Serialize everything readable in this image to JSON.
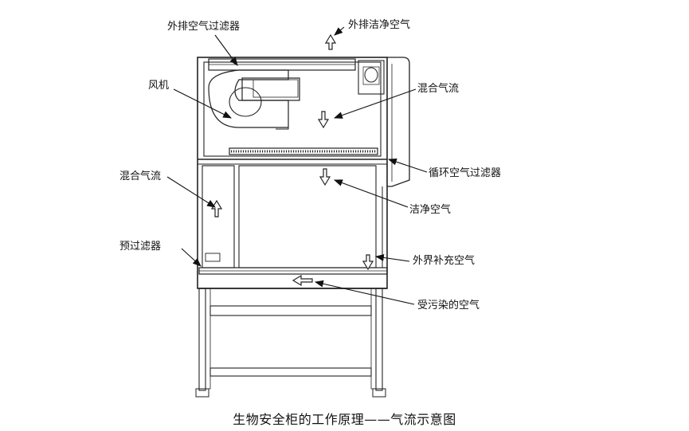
{
  "diagram": {
    "caption": "生物安全柜的工作原理——气流示意图",
    "labels": {
      "exhaust_filter": "外排空气过滤器",
      "exhaust_clean_air": "外排洁净空气",
      "fan": "风机",
      "mixed_airflow_top": "混合气流",
      "mixed_airflow_left": "混合气流",
      "recirc_filter": "循环空气过滤器",
      "clean_air": "洁净空气",
      "pre_filter": "预过滤器",
      "make_up_air": "外界补充空气",
      "contaminated_air": "受污染的空气"
    }
  }
}
